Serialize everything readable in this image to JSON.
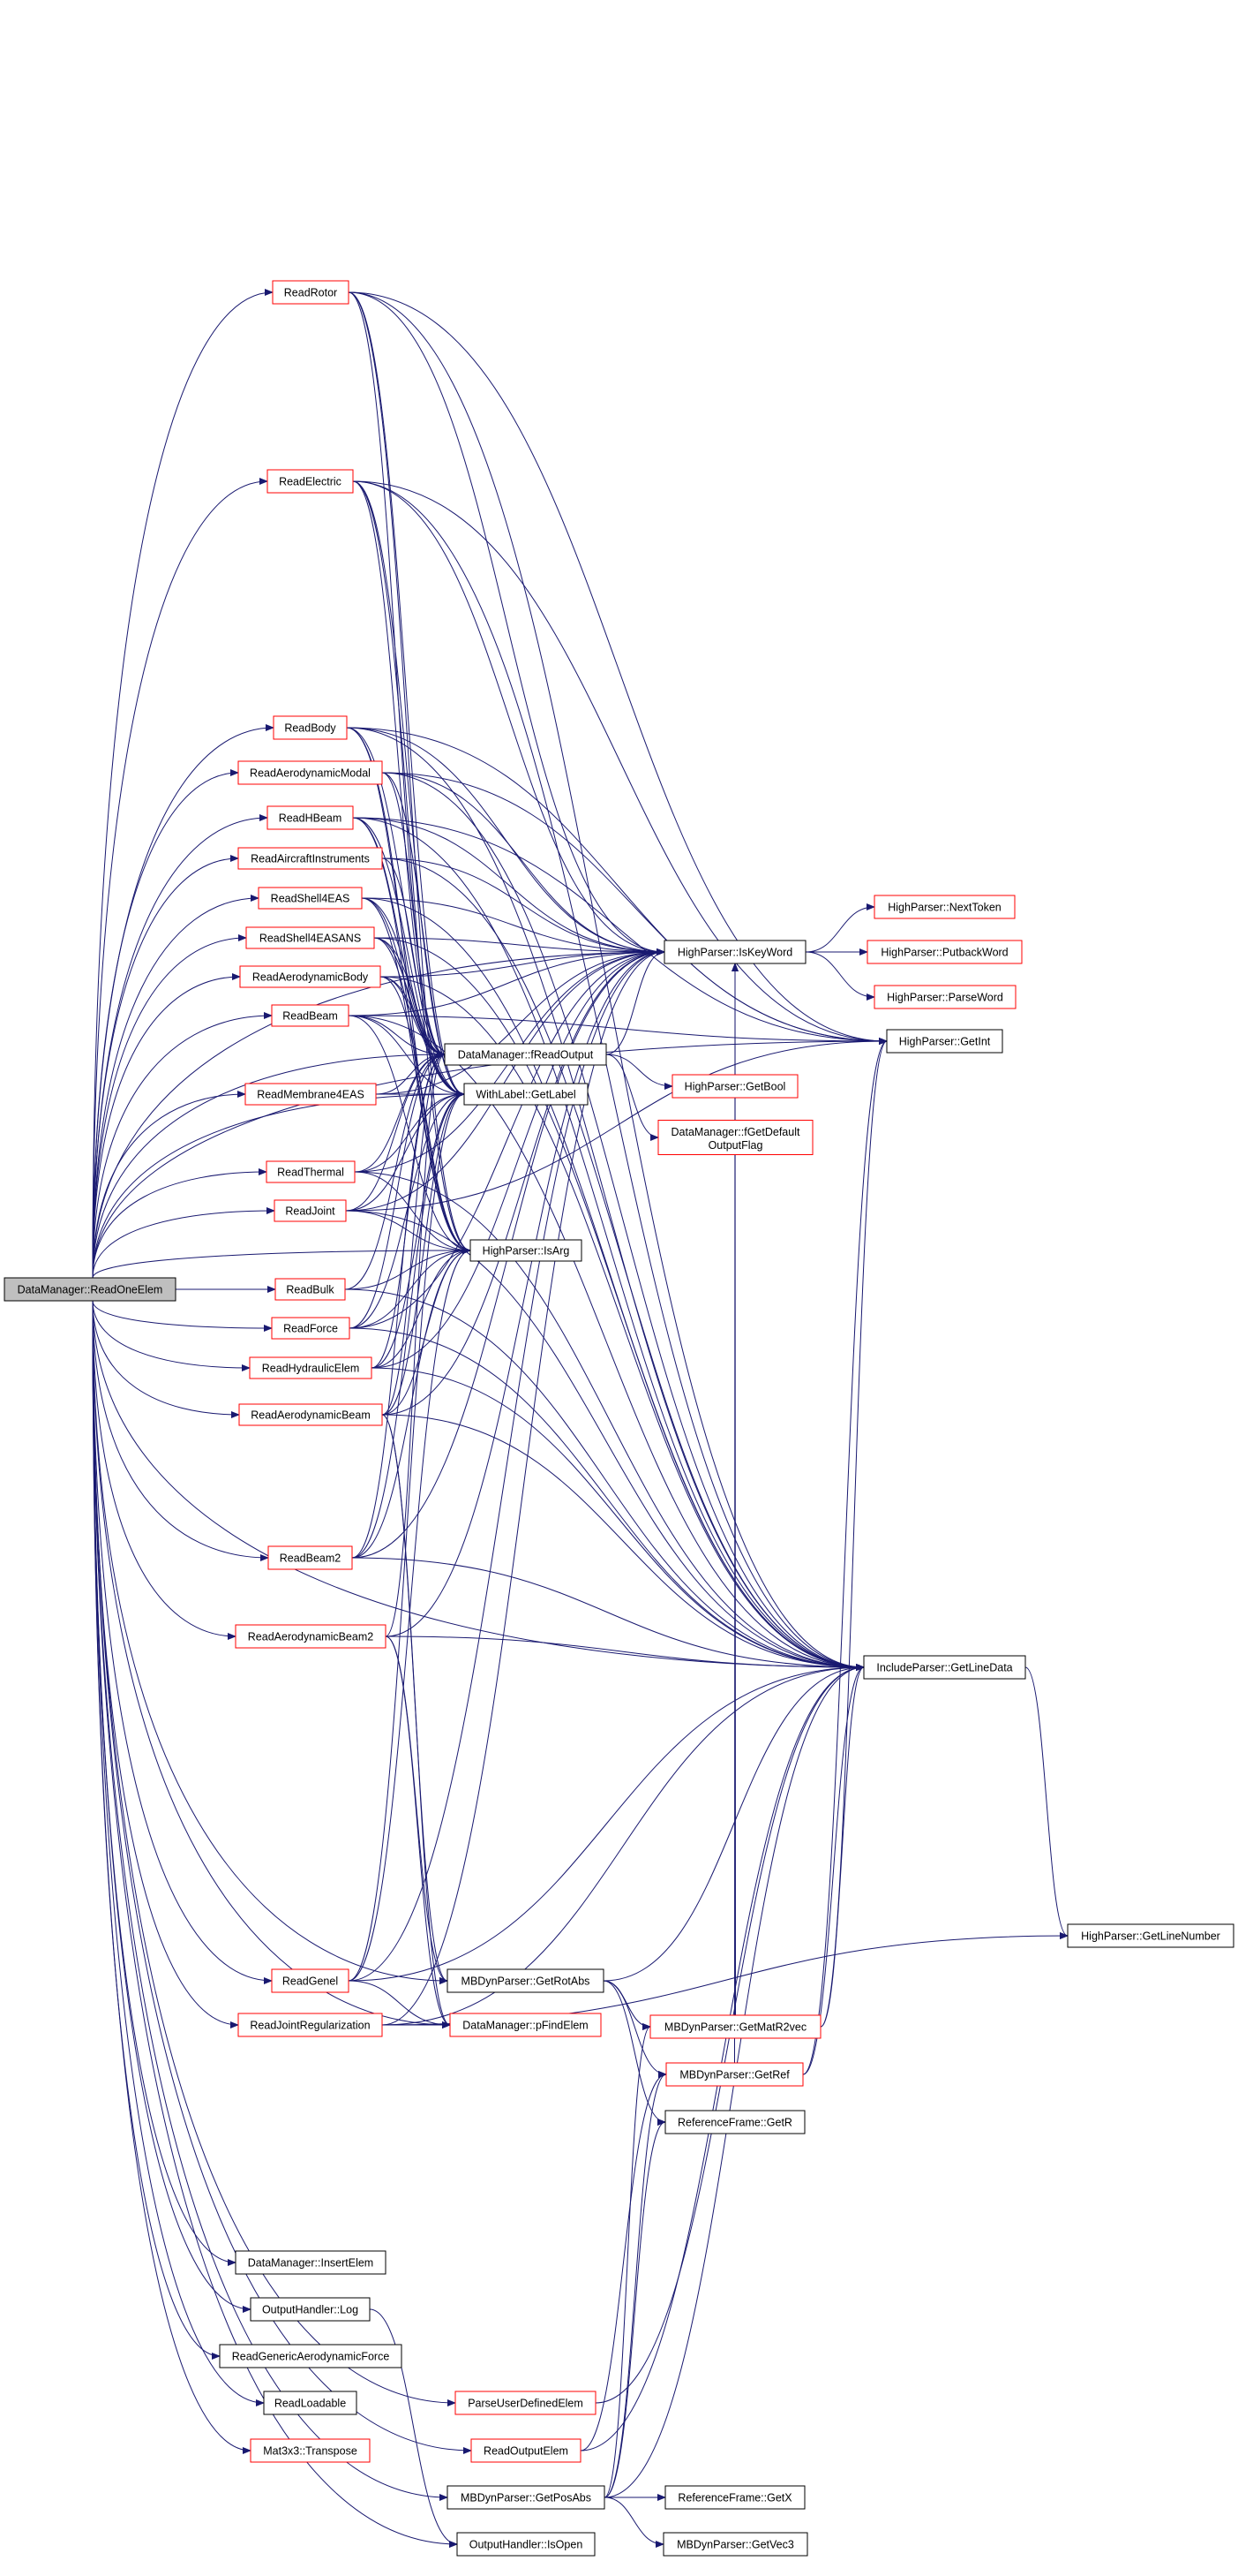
{
  "title": "DataManager::ReadOneElem call graph",
  "colors": {
    "edge": "#191970",
    "root_fill": "#bfbfbf",
    "truncated_border": "#ff0000",
    "leaf_border": "#000000"
  },
  "nodes": {
    "ReadOneElem": {
      "label": "DataManager::ReadOneElem",
      "kind": "root"
    },
    "ReadRotor": {
      "label": "ReadRotor",
      "kind": "truncated"
    },
    "ReadElectric": {
      "label": "ReadElectric",
      "kind": "truncated"
    },
    "ReadBody": {
      "label": "ReadBody",
      "kind": "truncated"
    },
    "ReadAerodynamicModal": {
      "label": "ReadAerodynamicModal",
      "kind": "truncated"
    },
    "ReadHBeam": {
      "label": "ReadHBeam",
      "kind": "truncated"
    },
    "ReadAircraftInstruments": {
      "label": "ReadAircraftInstruments",
      "kind": "truncated"
    },
    "ReadShell4EAS": {
      "label": "ReadShell4EAS",
      "kind": "truncated"
    },
    "ReadShell4EASANS": {
      "label": "ReadShell4EASANS",
      "kind": "truncated"
    },
    "ReadAerodynamicBody": {
      "label": "ReadAerodynamicBody",
      "kind": "truncated"
    },
    "ReadBeam": {
      "label": "ReadBeam",
      "kind": "truncated"
    },
    "ReadMembrane4EAS": {
      "label": "ReadMembrane4EAS",
      "kind": "truncated"
    },
    "ReadThermal": {
      "label": "ReadThermal",
      "kind": "truncated"
    },
    "ReadJoint": {
      "label": "ReadJoint",
      "kind": "truncated"
    },
    "ReadBulk": {
      "label": "ReadBulk",
      "kind": "truncated"
    },
    "ReadForce": {
      "label": "ReadForce",
      "kind": "truncated"
    },
    "ReadHydraulicElem": {
      "label": "ReadHydraulicElem",
      "kind": "truncated"
    },
    "ReadAerodynamicBeam": {
      "label": "ReadAerodynamicBeam",
      "kind": "truncated"
    },
    "ReadBeam2": {
      "label": "ReadBeam2",
      "kind": "truncated"
    },
    "ReadAerodynamicBeam2": {
      "label": "ReadAerodynamicBeam2",
      "kind": "truncated"
    },
    "ReadGenel": {
      "label": "ReadGenel",
      "kind": "truncated"
    },
    "ReadJointRegularization": {
      "label": "ReadJointRegularization",
      "kind": "truncated"
    },
    "InsertElem": {
      "label": "DataManager::InsertElem",
      "kind": "leaf"
    },
    "Log": {
      "label": "OutputHandler::Log",
      "kind": "leaf"
    },
    "ReadGenericAerodynamicForce": {
      "label": "ReadGenericAerodynamicForce",
      "kind": "leaf"
    },
    "ReadLoadable": {
      "label": "ReadLoadable",
      "kind": "leaf"
    },
    "Transpose": {
      "label": "Mat3x3::Transpose",
      "kind": "truncated"
    },
    "fReadOutput": {
      "label": "DataManager::fReadOutput",
      "kind": "leaf"
    },
    "GetLabel": {
      "label": "WithLabel::GetLabel",
      "kind": "leaf"
    },
    "IsArg": {
      "label": "HighParser::IsArg",
      "kind": "leaf"
    },
    "GetRotAbs": {
      "label": "MBDynParser::GetRotAbs",
      "kind": "leaf"
    },
    "pFindElem": {
      "label": "DataManager::pFindElem",
      "kind": "truncated"
    },
    "ParseUserDefinedElem": {
      "label": "ParseUserDefinedElem",
      "kind": "truncated"
    },
    "ReadOutputElem": {
      "label": "ReadOutputElem",
      "kind": "truncated"
    },
    "GetPosAbs": {
      "label": "MBDynParser::GetPosAbs",
      "kind": "leaf"
    },
    "IsOpen": {
      "label": "OutputHandler::IsOpen",
      "kind": "leaf"
    },
    "IsKeyWord": {
      "label": "HighParser::IsKeyWord",
      "kind": "leaf"
    },
    "GetBool": {
      "label": "HighParser::GetBool",
      "kind": "truncated"
    },
    "fGetDefaultOutputFlag": {
      "label": "DataManager::fGetDefault OutputFlag",
      "lines": [
        "DataManager::fGetDefault",
        "OutputFlag"
      ],
      "kind": "truncated"
    },
    "GetMatR2vec": {
      "label": "MBDynParser::GetMatR2vec",
      "kind": "truncated"
    },
    "GetRef": {
      "label": "MBDynParser::GetRef",
      "kind": "truncated"
    },
    "GetR": {
      "label": "ReferenceFrame::GetR",
      "kind": "leaf"
    },
    "GetX": {
      "label": "ReferenceFrame::GetX",
      "kind": "leaf"
    },
    "GetVec3": {
      "label": "MBDynParser::GetVec3",
      "kind": "leaf"
    },
    "NextToken": {
      "label": "HighParser::NextToken",
      "kind": "truncated"
    },
    "PutbackWord": {
      "label": "HighParser::PutbackWord",
      "kind": "truncated"
    },
    "ParseWord": {
      "label": "HighParser::ParseWord",
      "kind": "truncated"
    },
    "GetInt": {
      "label": "HighParser::GetInt",
      "kind": "leaf"
    },
    "GetLineData": {
      "label": "IncludeParser::GetLineData",
      "kind": "leaf"
    },
    "GetLineNumber": {
      "label": "HighParser::GetLineNumber",
      "kind": "leaf"
    }
  },
  "edges": {
    "ReadOneElem": [
      "ReadRotor",
      "ReadElectric",
      "ReadBody",
      "ReadAerodynamicModal",
      "ReadHBeam",
      "ReadAircraftInstruments",
      "ReadShell4EAS",
      "ReadShell4EASANS",
      "ReadAerodynamicBody",
      "ReadBeam",
      "ReadMembrane4EAS",
      "ReadThermal",
      "ReadJoint",
      "ReadBulk",
      "ReadForce",
      "ReadHydraulicElem",
      "ReadAerodynamicBeam",
      "ReadBeam2",
      "ReadAerodynamicBeam2",
      "ReadGenel",
      "ReadJointRegularization",
      "InsertElem",
      "Log",
      "ReadGenericAerodynamicForce",
      "ReadLoadable",
      "Transpose",
      "fReadOutput",
      "GetLabel",
      "IsArg",
      "IsKeyWord",
      "GetInt",
      "GetLineData",
      "GetRotAbs",
      "pFindElem",
      "ParseUserDefinedElem",
      "ReadOutputElem",
      "GetPosAbs",
      "IsOpen"
    ],
    "ReadRotor": [
      "fReadOutput",
      "GetLabel",
      "IsArg",
      "IsKeyWord",
      "GetInt",
      "GetLineData"
    ],
    "ReadElectric": [
      "fReadOutput",
      "GetLabel",
      "IsArg",
      "IsKeyWord",
      "GetInt",
      "GetLineData"
    ],
    "ReadBody": [
      "fReadOutput",
      "GetLabel",
      "IsArg",
      "IsKeyWord",
      "GetInt",
      "GetLineData"
    ],
    "ReadAerodynamicModal": [
      "fReadOutput",
      "GetLabel",
      "IsKeyWord",
      "GetInt",
      "GetLineData"
    ],
    "ReadHBeam": [
      "fReadOutput",
      "GetLabel",
      "IsArg",
      "IsKeyWord",
      "GetInt",
      "GetLineData"
    ],
    "ReadAircraftInstruments": [
      "fReadOutput",
      "IsKeyWord",
      "GetLineData"
    ],
    "ReadShell4EAS": [
      "fReadOutput",
      "GetLabel",
      "IsArg",
      "IsKeyWord",
      "GetLineData"
    ],
    "ReadShell4EASANS": [
      "fReadOutput",
      "GetLabel",
      "IsArg",
      "IsKeyWord",
      "GetLineData"
    ],
    "ReadAerodynamicBody": [
      "fReadOutput",
      "GetLabel",
      "IsArg",
      "IsKeyWord",
      "GetLineData"
    ],
    "ReadBeam": [
      "fReadOutput",
      "GetLabel",
      "IsArg",
      "IsKeyWord",
      "GetInt",
      "GetLineData"
    ],
    "ReadMembrane4EAS": [
      "fReadOutput",
      "GetLabel",
      "IsKeyWord"
    ],
    "ReadThermal": [
      "fReadOutput",
      "GetLabel",
      "IsArg",
      "IsKeyWord",
      "GetLineData"
    ],
    "ReadJoint": [
      "fReadOutput",
      "GetLabel",
      "IsArg",
      "IsKeyWord",
      "GetInt",
      "GetLineData"
    ],
    "ReadBulk": [
      "fReadOutput",
      "IsArg",
      "GetLineData"
    ],
    "ReadForce": [
      "fReadOutput",
      "GetLabel",
      "IsArg",
      "IsKeyWord",
      "GetLineData"
    ],
    "ReadHydraulicElem": [
      "fReadOutput",
      "GetLabel",
      "IsArg",
      "IsKeyWord",
      "GetLineData"
    ],
    "ReadAerodynamicBeam": [
      "fReadOutput",
      "GetLabel",
      "IsArg",
      "IsKeyWord",
      "GetRotAbs",
      "pFindElem",
      "GetLineData"
    ],
    "ReadBeam2": [
      "fReadOutput",
      "GetLabel",
      "IsArg",
      "IsKeyWord",
      "GetLineData"
    ],
    "ReadAerodynamicBeam2": [
      "fReadOutput",
      "IsKeyWord",
      "GetRotAbs",
      "pFindElem",
      "GetLineData"
    ],
    "ReadGenel": [
      "GetLabel",
      "IsArg",
      "pFindElem",
      "IsKeyWord",
      "GetLineData"
    ],
    "ReadJointRegularization": [
      "pFindElem",
      "IsKeyWord",
      "GetLineData",
      "GetLineNumber"
    ],
    "fReadOutput": [
      "IsKeyWord",
      "GetBool",
      "fGetDefaultOutputFlag"
    ],
    "IsKeyWord": [
      "NextToken",
      "PutbackWord",
      "ParseWord"
    ],
    "GetRotAbs": [
      "GetMatR2vec",
      "GetRef",
      "GetR",
      "GetLineData"
    ],
    "GetMatR2vec": [
      "IsKeyWord",
      "GetInt",
      "GetLineData"
    ],
    "GetRef": [
      "IsKeyWord",
      "GetInt",
      "GetLineData"
    ],
    "GetPosAbs": [
      "GetX",
      "GetVec3",
      "GetRef",
      "GetMatR2vec",
      "GetR",
      "GetLineData"
    ],
    "ParseUserDefinedElem": [
      "GetLineData"
    ],
    "ReadOutputElem": [
      "GetRef",
      "GetLineData"
    ],
    "Log": [
      "IsOpen"
    ],
    "GetLineData": [
      "GetLineNumber"
    ]
  }
}
